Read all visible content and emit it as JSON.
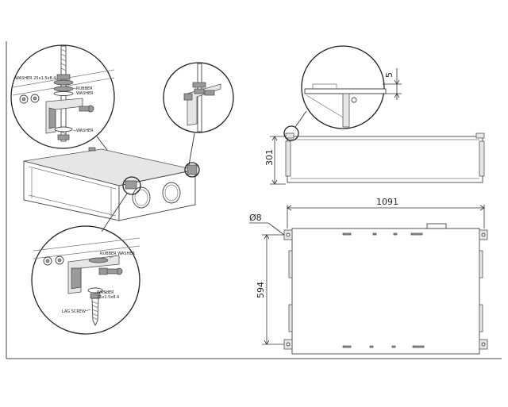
{
  "callout_top": {
    "washer_top_label": "WASHER 25x1.5x8.4",
    "rubber_washer_label": "RUBBER\nWASHER",
    "washer_bottom_label": "WASHER"
  },
  "callout_bottom": {
    "rubber_washer_label": "RUBBER WASHER",
    "washer_label": "WASHER\n25x1.5x8.4",
    "lag_screw_label": "LAG SCREW"
  },
  "dimensions": {
    "detail_gap": "5",
    "height": "301",
    "length": "1091",
    "hole_diameter": "Ø8",
    "width": "594"
  },
  "colors": {
    "line": "#444444",
    "bracket_fill": "#9a9a9a",
    "unit_fill": "#e6e6e6"
  }
}
